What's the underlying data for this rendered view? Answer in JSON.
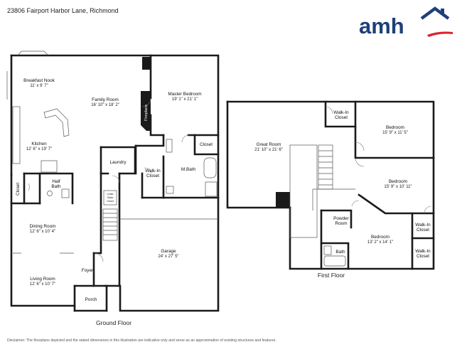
{
  "header": {
    "address": "23806 Fairport Harbor Lane, Richmond"
  },
  "logo": {
    "text": "amh",
    "brand_color": "#1f3f7a",
    "accent_color": "#d8232a"
  },
  "ground_floor": {
    "label": "Ground Floor",
    "rooms": {
      "breakfast_nook": {
        "name": "Breakfast Nook",
        "dims": "11' x 9' 7\""
      },
      "family_room": {
        "name": "Family Room",
        "dims": "16' 10\" x 18' 2\""
      },
      "master_bedroom": {
        "name": "Master Bedroom",
        "dims": "19' 1\" x 21' 1\""
      },
      "fireplace": {
        "name": "Fireplace"
      },
      "kitchen": {
        "name": "Kitchen",
        "dims": "12' 6\" x 19' 7\""
      },
      "laundry": {
        "name": "Laundry"
      },
      "walk_in_closet": {
        "name": "Walk-In",
        "name2": "Closet"
      },
      "m_bath": {
        "name": "M.Bath"
      },
      "closet_master": {
        "name": "Closet"
      },
      "half_bath": {
        "name": "Half",
        "name2": "Bath"
      },
      "closet_side": {
        "name": "Closet"
      },
      "under_stairs": {
        "name": "Under",
        "name2": "Stairs",
        "name3": "Closet"
      },
      "dining_room": {
        "name": "Dining Room",
        "dims": "12' 6\" x 10' 4\""
      },
      "garage": {
        "name": "Garage",
        "dims": "24' x 27' 5\""
      },
      "foyer": {
        "name": "Foyer"
      },
      "living_room": {
        "name": "Living Room",
        "dims": "12' 6\" x 10' 7\""
      },
      "porch": {
        "name": "Porch"
      }
    }
  },
  "first_floor": {
    "label": "First Floor",
    "rooms": {
      "great_room": {
        "name": "Great Room",
        "dims": "21' 10\" x 21' 6\""
      },
      "walk_in_closet_top": {
        "name": "Walk-In",
        "name2": "Closet"
      },
      "bedroom_top": {
        "name": "Bedroom",
        "dims": "15' 9\" x 11' 5\""
      },
      "bedroom_mid": {
        "name": "Bedroom",
        "dims": "15' 9\" x 10' 11\""
      },
      "powder_room": {
        "name": "Powder",
        "name2": "Room"
      },
      "bath": {
        "name": "Bath"
      },
      "bedroom_bottom": {
        "name": "Bedroom",
        "dims": "13' 2\" x 14' 1\""
      },
      "walk_in_closet_a": {
        "name": "Walk-In",
        "name2": "Closet"
      },
      "walk_in_closet_b": {
        "name": "Walk-In",
        "name2": "Closet"
      }
    }
  },
  "footer": {
    "disclaimer": "Disclaimer: The floorplans depicted and the stated dimensions in this illustration are indicative only and serve as an approximation of existing structures and features."
  }
}
